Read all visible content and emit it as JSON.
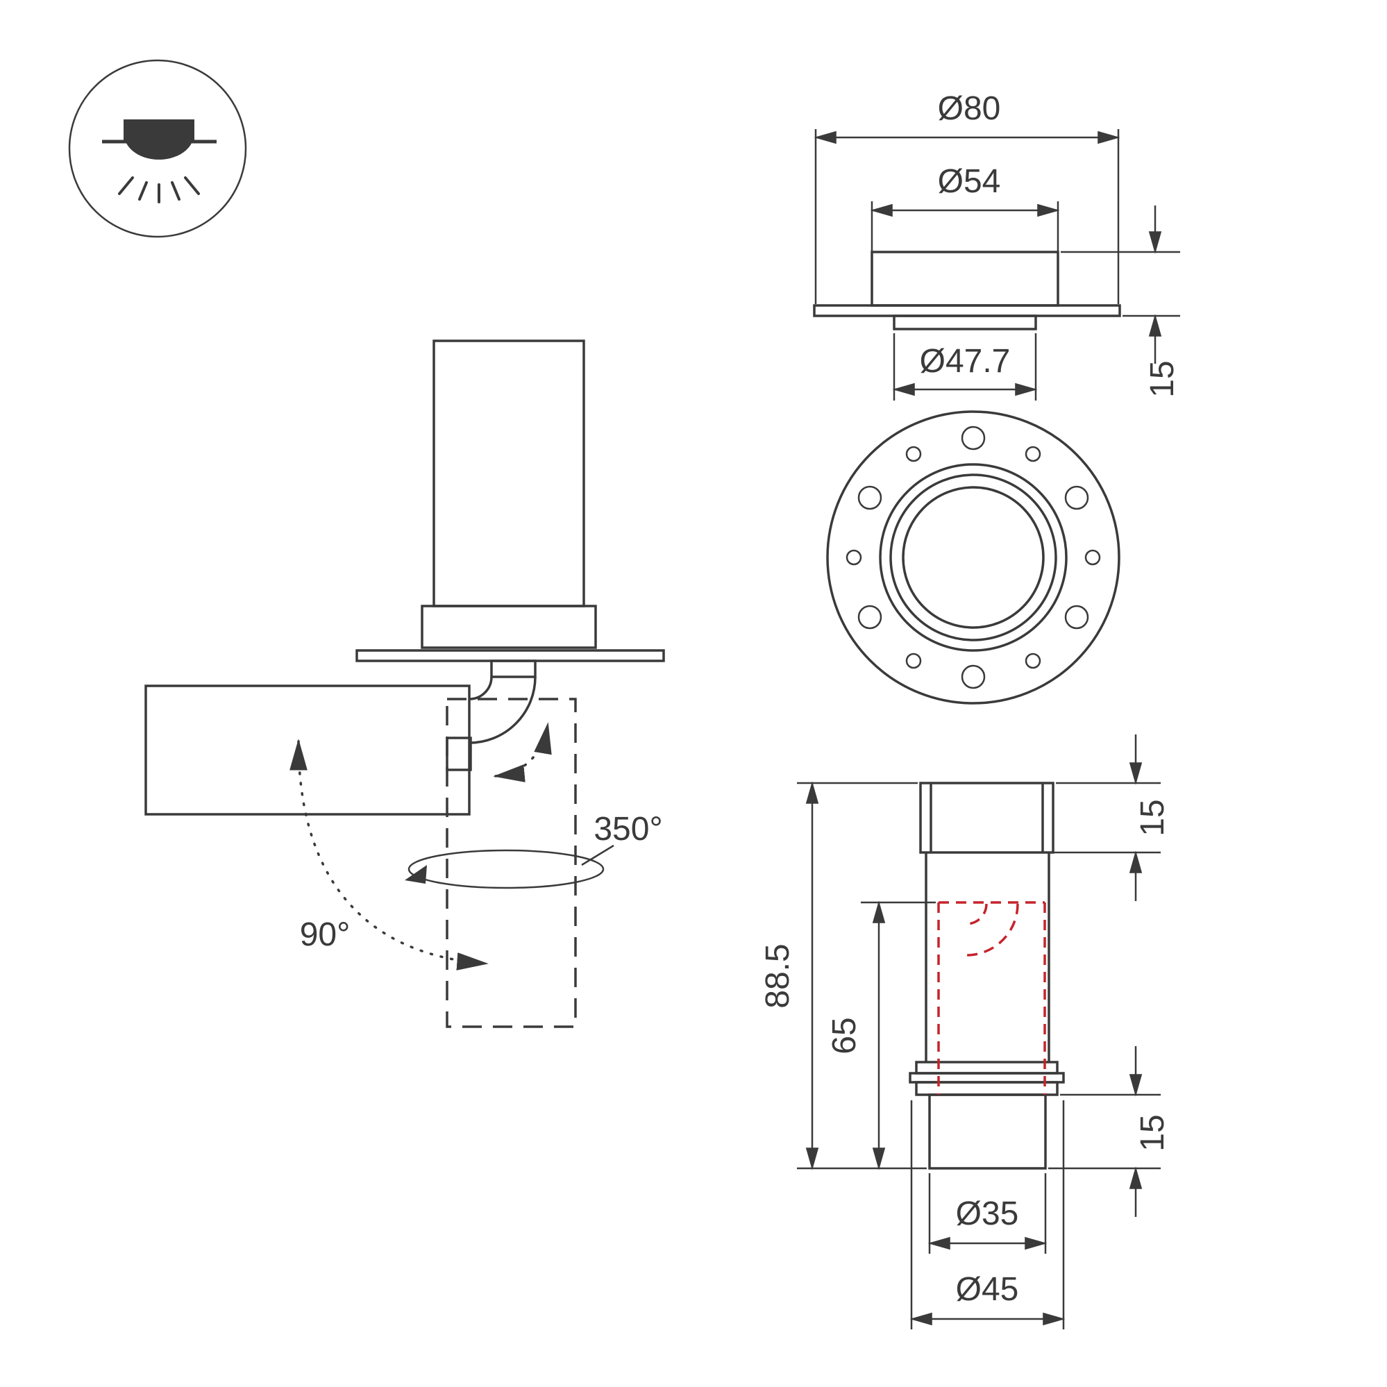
{
  "icon": {
    "name": "recessed-mount-icon"
  },
  "labels": {
    "front": {
      "d80": "Ø80",
      "d54": "Ø54",
      "d477": "Ø47.7",
      "depth15": "15"
    },
    "rotation": {
      "tilt": "90°",
      "swivel": "350°"
    },
    "section": {
      "total": "88.5",
      "inner": "65",
      "top15": "15",
      "bottom15": "15",
      "d35": "Ø35",
      "d45": "Ø45"
    }
  },
  "colors": {
    "line": "#3a3a3a",
    "red": "#c5232b",
    "background": "#ffffff"
  }
}
